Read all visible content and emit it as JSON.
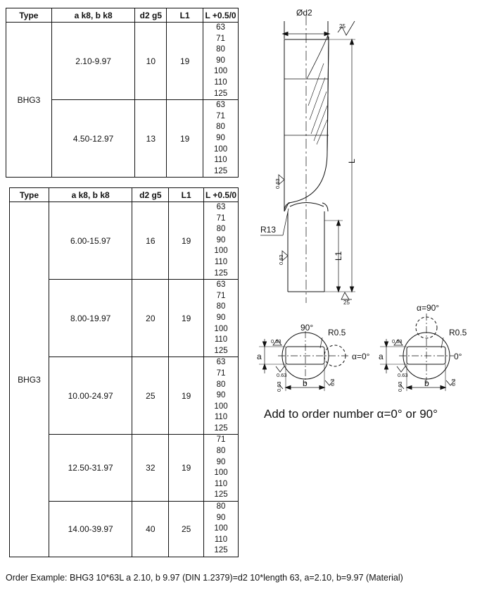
{
  "headers": [
    "Type",
    "a k8, b k8",
    "d2 g5",
    "L1",
    "L +0.5/0"
  ],
  "table1": {
    "type": "BHG3",
    "rows": [
      {
        "ab": "2.10-9.97",
        "d2": "10",
        "l1": "19",
        "lengths": [
          "63",
          "71",
          "80",
          "90",
          "100",
          "110",
          "125"
        ]
      },
      {
        "ab": "4.50-12.97",
        "d2": "13",
        "l1": "19",
        "lengths": [
          "63",
          "71",
          "80",
          "90",
          "100",
          "110",
          "125"
        ]
      }
    ]
  },
  "table2": {
    "type": "BHG3",
    "rows": [
      {
        "ab": "6.00-15.97",
        "d2": "16",
        "l1": "19",
        "lengths": [
          "63",
          "71",
          "80",
          "90",
          "100",
          "110",
          "125"
        ]
      },
      {
        "ab": "8.00-19.97",
        "d2": "20",
        "l1": "19",
        "lengths": [
          "63",
          "71",
          "80",
          "90",
          "100",
          "110",
          "125"
        ]
      },
      {
        "ab": "10.00-24.97",
        "d2": "25",
        "l1": "19",
        "lengths": [
          "63",
          "71",
          "80",
          "90",
          "100",
          "110",
          "125"
        ]
      },
      {
        "ab": "12.50-31.97",
        "d2": "32",
        "l1": "19",
        "lengths": [
          "71",
          "80",
          "90",
          "100",
          "110",
          "125"
        ]
      },
      {
        "ab": "14.00-39.97",
        "d2": "40",
        "l1": "25",
        "lengths": [
          "80",
          "90",
          "100",
          "110",
          "125"
        ]
      }
    ]
  },
  "drawing": {
    "d2_label": "Ød2",
    "r13": "R13",
    "l_label": "L",
    "l1_label": "L1",
    "rough_25": "25",
    "rough_063": "0.63",
    "deg90": "90°",
    "r05": "R0.5",
    "a": "a",
    "b": "b",
    "alpha0": "α=0°",
    "alpha90": "α=90°",
    "deg0": "0°",
    "rough_63": "6.3"
  },
  "note": "Add to order number α=0° or 90°",
  "order_example": "Order Example: BHG3 10*63L a 2.10, b 9.97 (DIN 1.2379)=d2 10*length 63, a=2.10, b=9.97 (Material)"
}
